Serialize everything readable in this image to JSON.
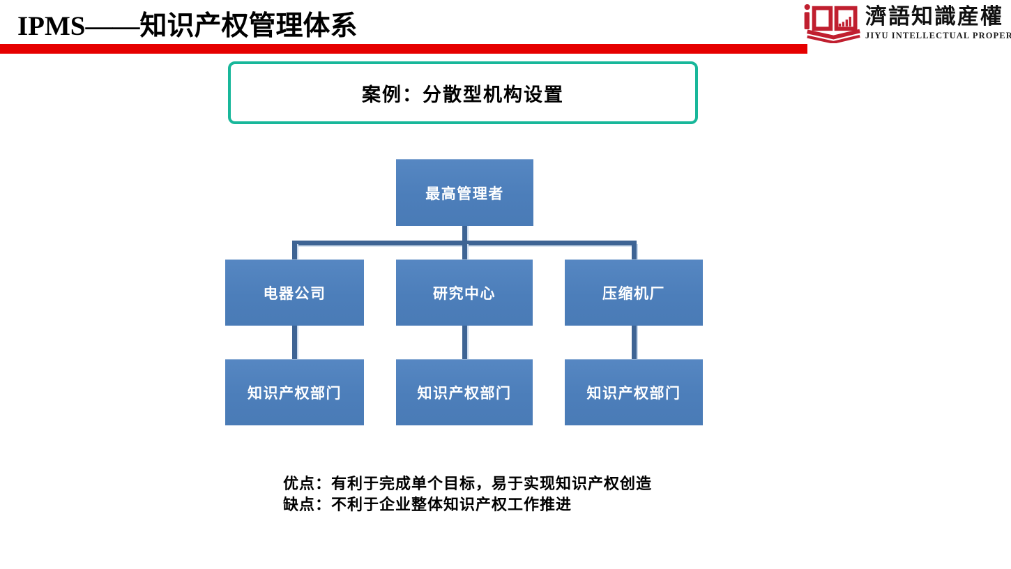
{
  "header": {
    "title": "IPMS——知识产权管理体系",
    "divider_color": "#e60000"
  },
  "logo": {
    "icon": "open-book-icon",
    "brand_color": "#c01f2f",
    "name_cn": "濟語知識産權",
    "name_en": "JIYU INTELLECTUAL PROPERTY"
  },
  "case_box": {
    "label": "案例：分散型机构设置",
    "border_color": "#18b79a"
  },
  "org_chart": {
    "node_fill_color": "#4e80bc",
    "connector_color": "#3e6494",
    "root": {
      "label": "最高管理者"
    },
    "level2": [
      {
        "label": "电器公司"
      },
      {
        "label": "研究中心"
      },
      {
        "label": "压缩机厂"
      }
    ],
    "level3": [
      {
        "label": "知识产权部门"
      },
      {
        "label": "知识产权部门"
      },
      {
        "label": "知识产权部门"
      }
    ]
  },
  "notes": {
    "advantage": "优点：有利于完成单个目标，易于实现知识产权创造",
    "disadvantage": "缺点：不利于企业整体知识产权工作推进"
  }
}
